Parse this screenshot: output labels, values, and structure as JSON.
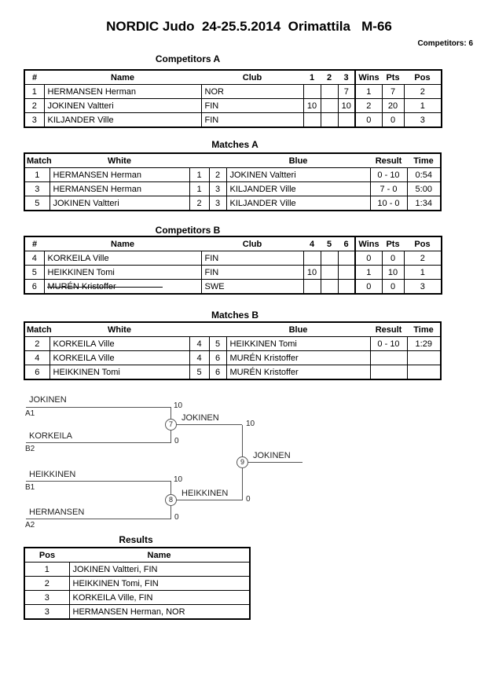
{
  "header": {
    "title": "NORDIC Judo  24-25.5.2014  Orimattila   M-66",
    "competitors_count": "Competitors: 6"
  },
  "competitors_a": {
    "title": "Competitors A",
    "headers": {
      "num": "#",
      "name": "Name",
      "club": "Club",
      "c1": "1",
      "c2": "2",
      "c3": "3",
      "wins": "Wins",
      "pts": "Pts",
      "pos": "Pos"
    },
    "rows": [
      {
        "num": "1",
        "name": "HERMANSEN Herman",
        "club": "NOR",
        "c1": "",
        "c2": "",
        "c3": "7",
        "wins": "1",
        "pts": "7",
        "pos": "2"
      },
      {
        "num": "2",
        "name": "JOKINEN Valtteri",
        "club": "FIN",
        "c1": "10",
        "c2": "",
        "c3": "10",
        "wins": "2",
        "pts": "20",
        "pos": "1"
      },
      {
        "num": "3",
        "name": "KILJANDER Ville",
        "club": "FIN",
        "c1": "",
        "c2": "",
        "c3": "",
        "wins": "0",
        "pts": "0",
        "pos": "3"
      }
    ]
  },
  "matches_a": {
    "title": "Matches A",
    "headers": {
      "match": "Match",
      "white": "White",
      "blue": "Blue",
      "result": "Result",
      "time": "Time"
    },
    "rows": [
      {
        "match": "1",
        "white": "HERMANSEN Herman",
        "wnum": "1",
        "bnum": "2",
        "blue": "JOKINEN Valtteri",
        "result": "0 - 10",
        "time": "0:54"
      },
      {
        "match": "3",
        "white": "HERMANSEN Herman",
        "wnum": "1",
        "bnum": "3",
        "blue": "KILJANDER Ville",
        "result": "7 - 0",
        "time": "5:00"
      },
      {
        "match": "5",
        "white": "JOKINEN Valtteri",
        "wnum": "2",
        "bnum": "3",
        "blue": "KILJANDER Ville",
        "result": "10 - 0",
        "time": "1:34"
      }
    ]
  },
  "competitors_b": {
    "title": "Competitors B",
    "headers": {
      "num": "#",
      "name": "Name",
      "club": "Club",
      "c1": "4",
      "c2": "5",
      "c3": "6",
      "wins": "Wins",
      "pts": "Pts",
      "pos": "Pos"
    },
    "rows": [
      {
        "num": "4",
        "name": "KORKEILA Ville",
        "club": "FIN",
        "c1": "",
        "c2": "",
        "c3": "",
        "wins": "0",
        "pts": "0",
        "pos": "2"
      },
      {
        "num": "5",
        "name": "HEIKKINEN Tomi",
        "club": "FIN",
        "c1": "10",
        "c2": "",
        "c3": "",
        "wins": "1",
        "pts": "10",
        "pos": "1"
      },
      {
        "num": "6",
        "name": "MURÉN Kristoffer",
        "club": "SWE",
        "c1": "",
        "c2": "",
        "c3": "",
        "wins": "0",
        "pts": "0",
        "pos": "3"
      }
    ]
  },
  "matches_b": {
    "title": "Matches B",
    "headers": {
      "match": "Match",
      "white": "White",
      "blue": "Blue",
      "result": "Result",
      "time": "Time"
    },
    "rows": [
      {
        "match": "2",
        "white": "KORKEILA Ville",
        "wnum": "4",
        "bnum": "5",
        "blue": "HEIKKINEN Tomi",
        "result": "0 - 10",
        "time": "1:29"
      },
      {
        "match": "4",
        "white": "KORKEILA Ville",
        "wnum": "4",
        "bnum": "6",
        "blue": "MURÉN Kristoffer",
        "result": "",
        "time": ""
      },
      {
        "match": "6",
        "white": "HEIKKINEN Tomi",
        "wnum": "5",
        "bnum": "6",
        "blue": "MURÉN Kristoffer",
        "result": "",
        "time": ""
      }
    ]
  },
  "bracket": {
    "semi1": {
      "top_name": "JOKINEN",
      "top_seed": "A1",
      "top_score": "10",
      "bottom_name": "KORKEILA",
      "bottom_seed": "B2",
      "bottom_score": "0",
      "match_no": "7",
      "winner": "JOKINEN",
      "winner_score": "10"
    },
    "semi2": {
      "top_name": "HEIKKINEN",
      "top_seed": "B1",
      "top_score": "10",
      "bottom_name": "HERMANSEN",
      "bottom_seed": "A2",
      "bottom_score": "0",
      "match_no": "8",
      "winner": "HEIKKINEN",
      "winner_score": "0"
    },
    "final": {
      "match_no": "9",
      "winner": "JOKINEN"
    }
  },
  "results": {
    "title": "Results",
    "headers": {
      "pos": "Pos",
      "name": "Name"
    },
    "rows": [
      {
        "pos": "1",
        "name": "JOKINEN Valtteri, FIN"
      },
      {
        "pos": "2",
        "name": "HEIKKINEN Tomi, FIN"
      },
      {
        "pos": "3",
        "name": "KORKEILA Ville, FIN"
      },
      {
        "pos": "3",
        "name": "HERMANSEN Herman, NOR"
      }
    ]
  }
}
